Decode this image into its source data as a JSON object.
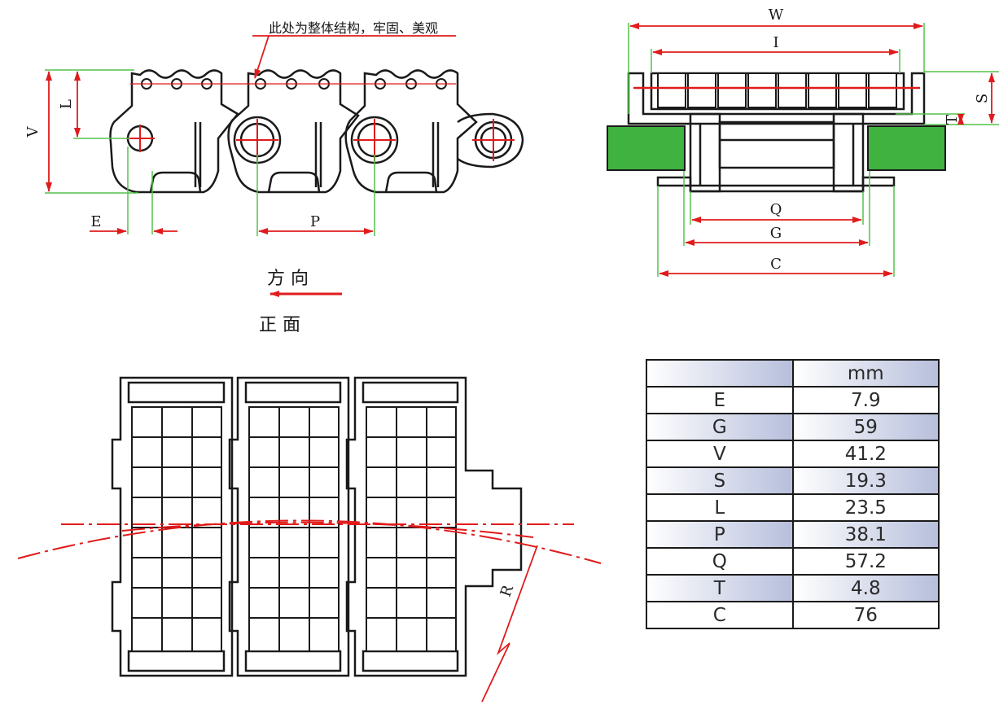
{
  "front_view": {
    "note": "此处为整体结构，牢固、美观",
    "dims": {
      "v": "V",
      "l": "L",
      "e": "E",
      "p": "P"
    },
    "direction_label": "方 向",
    "view_label": "正 面"
  },
  "side_view": {
    "dims": {
      "w": "W",
      "i": "I",
      "s": "S",
      "t": "T",
      "q": "Q",
      "g": "G",
      "c": "C"
    }
  },
  "top_view": {
    "dims": {
      "r": "R"
    }
  },
  "spec_table": {
    "unit": "mm",
    "rows": [
      {
        "label": "E",
        "value": "7.9",
        "shaded": false
      },
      {
        "label": "G",
        "value": "59",
        "shaded": true
      },
      {
        "label": "V",
        "value": "41.2",
        "shaded": false
      },
      {
        "label": "S",
        "value": "19.3",
        "shaded": true
      },
      {
        "label": "L",
        "value": "23.5",
        "shaded": false
      },
      {
        "label": "P",
        "value": "38.1",
        "shaded": true
      },
      {
        "label": "Q",
        "value": "57.2",
        "shaded": false
      },
      {
        "label": "T",
        "value": "4.8",
        "shaded": true
      },
      {
        "label": "C",
        "value": "76",
        "shaded": false
      }
    ]
  },
  "colors": {
    "line": "#1a1a1a",
    "dim_red": "#e01b1b",
    "ext_green": "#52c24a",
    "guide_fill": "#3fb23f"
  }
}
